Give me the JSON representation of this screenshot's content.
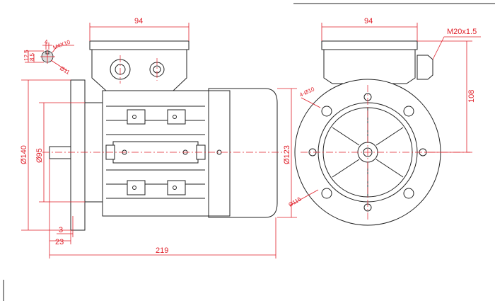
{
  "drawing": {
    "side_view": {
      "top_width": "94",
      "flange_diameter": "Ø140",
      "spigot_diameter": "Ø95",
      "body_diameter": "Ø123",
      "spigot_depth": "3",
      "shaft_length": "23",
      "overall_length": "219"
    },
    "end_view": {
      "top_width": "94",
      "cable_gland": "M20x1.5",
      "axis_height": "108",
      "bolt_holes": "4-Ø10",
      "pcd": "Ø115"
    },
    "shaft_detail": {
      "key_width": "4",
      "thread": "M4X10",
      "height_outer": "12.5",
      "height_inner": "8.5",
      "shaft_diameter": "Ø11"
    },
    "colors": {
      "line": "#222222",
      "dimension": "#e0202a"
    }
  }
}
